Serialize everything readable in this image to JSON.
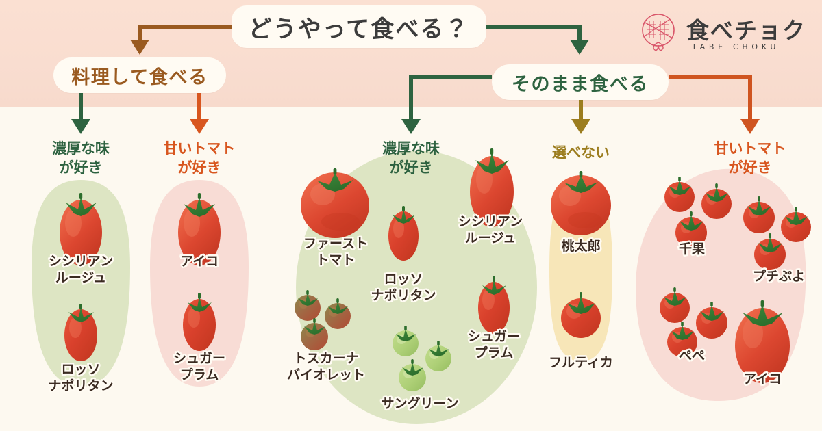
{
  "meta": {
    "title": "どうやって食べる？",
    "palette": {
      "band_top": "#f9ddd0",
      "band_bottom": "#fdf9f0",
      "pill_bg": "#fffbf3",
      "brown": "#9a5a20",
      "dark_green": "#2e6340",
      "orange": "#d8561f",
      "olive": "#9c7d1f",
      "blob_green": "#dde5c3",
      "blob_pink": "#f8dcd5",
      "blob_cream": "#f7e6b8",
      "tomato_red": "#d9412c",
      "label_text": "#3b2b22"
    }
  },
  "logo": {
    "wordmark": "食べチョク",
    "romaji": "TABE CHOKU",
    "seal_glyphs": [
      "食",
      "直"
    ]
  },
  "branches": [
    {
      "id": "cook",
      "label": "料理して食べる",
      "color": "#9a5a20"
    },
    {
      "id": "raw",
      "label": "そのまま食べる",
      "color": "#2e6340"
    }
  ],
  "columns": [
    {
      "id": "cook-rich",
      "heading_line1": "濃厚な味",
      "heading_line2": "が好き",
      "heading_color": "#2d6240",
      "arrow_color": "#2e6340",
      "blob_color": "#dde5c3",
      "items": [
        "シシリアンルージュ",
        "ロッソナポリタン"
      ]
    },
    {
      "id": "cook-sweet",
      "heading_line1": "甘いトマト",
      "heading_line2": "が好き",
      "heading_color": "#d8561f",
      "arrow_color": "#d8561f",
      "blob_color": "#f8dcd5",
      "items": [
        "アイコ",
        "シュガープラム"
      ]
    },
    {
      "id": "raw-rich",
      "heading_line1": "濃厚な味",
      "heading_line2": "が好き",
      "heading_color": "#2d6240",
      "arrow_color": "#2e6340",
      "blob_color": "#dde5c3",
      "items": [
        "ファーストトマト",
        "ロッソナポリタン",
        "シシリアンルージュ",
        "トスカーナバイオレット",
        "サングリーン",
        "シュガープラム"
      ]
    },
    {
      "id": "raw-none",
      "heading_line1": "選べない",
      "heading_line2": "",
      "heading_color": "#9c7d1f",
      "arrow_color": "#9c7d1f",
      "blob_color": "#f7e6b8",
      "items": [
        "桃太郎",
        "フルティカ"
      ]
    },
    {
      "id": "raw-sweet",
      "heading_line1": "甘いトマト",
      "heading_line2": "が好き",
      "heading_color": "#d8561f",
      "arrow_color": "#d8561f",
      "blob_color": "#f8dcd5",
      "items": [
        "千果",
        "プチぷよ",
        "ぺぺ",
        "アイコ"
      ]
    }
  ],
  "labels": {
    "c1_shiciliane": "シシリアン",
    "c1_rouge": "ルージュ",
    "c1_rosso": "ロッソ",
    "c1_napolitan": "ナポリタン",
    "c2_aiko": "アイコ",
    "c2_sugar": "シュガー",
    "c2_plum": "プラム",
    "c3_first": "ファースト",
    "c3_tomato": "トマト",
    "c3_rosso": "ロッソ",
    "c3_napolitan": "ナポリタン",
    "c3_shicilian": "シシリアン",
    "c3_rouge": "ルージュ",
    "c3_toscana": "トスカーナ",
    "c3_violet": "バイオレット",
    "c3_sungreen": "サングリーン",
    "c3_sugar": "シュガー",
    "c3_plum": "プラム",
    "c4_momotaro": "桃太郎",
    "c4_fruitica": "フルティカ",
    "c5_senka": "千果",
    "c5_puchipuyo": "プチぷよ",
    "c5_pepe": "ぺぺ",
    "c5_aiko": "アイコ"
  }
}
